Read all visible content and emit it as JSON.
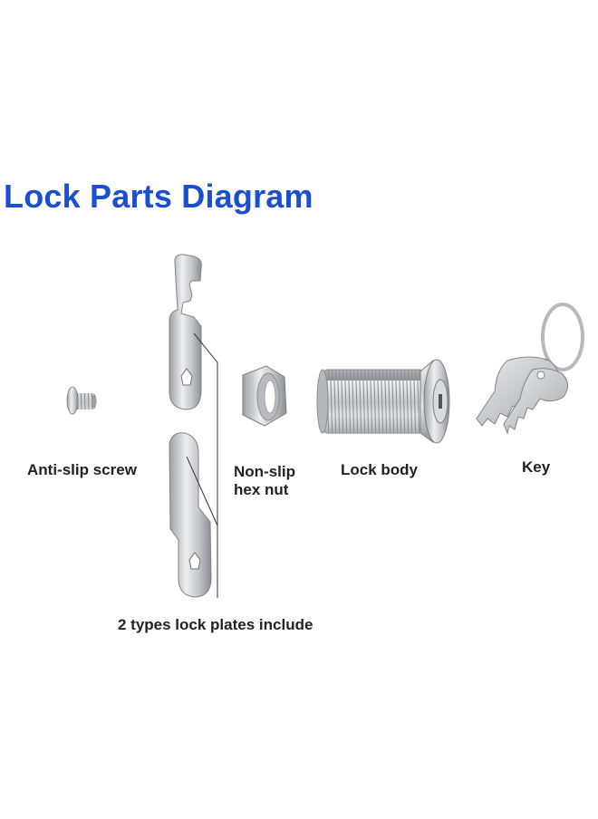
{
  "title": "Lock Parts Diagram",
  "labels": {
    "screw": "Anti-slip screw",
    "nut_line1": "Non-slip",
    "nut_line2": "hex nut",
    "body": "Lock body",
    "key": "Key",
    "plates": "2 types lock plates include"
  },
  "colors": {
    "title": "#1a4fd0",
    "metal": "#c9ccd0",
    "text": "#222222"
  },
  "icons": [
    "screw-icon",
    "lock-plate-icon",
    "hex-nut-icon",
    "lock-body-icon",
    "key-icon"
  ]
}
